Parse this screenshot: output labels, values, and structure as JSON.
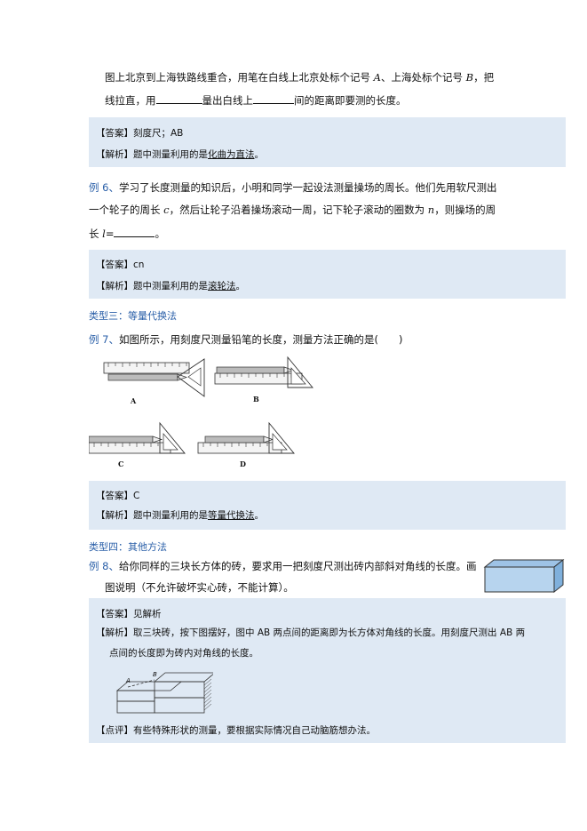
{
  "intro": {
    "l1_a": "图上北京到上海铁路线重合，用笔在白线上北京处标个记号 ",
    "l1_A": "A",
    "l1_b": "、上海处标个记号 ",
    "l1_B": "B",
    "l1_c": "，把",
    "l2_a": "线拉直，用",
    "l2_b": "量出白线上",
    "l2_c": "间的距离即要测的长度。"
  },
  "box1": {
    "answer_tag": "【答案】",
    "answer": "刻度尺；AB",
    "analysis_tag": "【解析】",
    "analysis_a": "题中测量利用的是",
    "analysis_u": "化曲为直法",
    "analysis_end": "。"
  },
  "ex6": {
    "label": "例 6、",
    "l1": "学习了长度测量的知识后，小明和同学一起设法测量操场的周长。他们先用软尺测出",
    "l2_a": "一个轮子的周长 ",
    "l2_c": "c",
    "l2_b": "，然后让轮子沿着操场滚动一周，记下轮子滚动的圈数为 ",
    "l2_n": "n",
    "l2_d": "，则操场的周",
    "l3_a": "长 ",
    "l3_l": "l",
    "l3_b": "=",
    "l3_c": "。"
  },
  "box2": {
    "answer_tag": "【答案】",
    "answer": "cn",
    "analysis_tag": "【解析】",
    "analysis_a": "题中测量利用的是",
    "analysis_u": "滚轮法",
    "analysis_end": "。"
  },
  "type3": "类型三：等量代换法",
  "ex7": {
    "label": "例 7、",
    "text": "如图所示，用刻度尺测量铅笔的长度，测量方法正确的是(　　)",
    "captions": [
      "A",
      "B",
      "C",
      "D"
    ]
  },
  "box3": {
    "answer_tag": "【答案】",
    "answer": "C",
    "analysis_tag": "【解析】",
    "analysis_a": "题中测量利用的是",
    "analysis_u": "等量代换法",
    "analysis_end": "。"
  },
  "type4": "类型四：其他方法",
  "ex8": {
    "label": "例 8、",
    "l1": "给你同样的三块长方体的砖，要求用一把刻度尺测出砖内部斜对角线的长度。画",
    "l2": "图说明（不允许破坏实心砖，不能计算）。"
  },
  "box4": {
    "answer_tag": "【答案】",
    "answer": "见解析",
    "analysis_tag": "【解析】",
    "analysis_l1": "取三块砖，按下图摆好，图中 AB 两点间的距离即为长方体对角线的长度。用刻度尺测出 AB 两",
    "analysis_l2": "点间的长度即为砖内对角线的长度。",
    "fig_A": "A",
    "fig_B": "B",
    "comment_tag": "【点评】",
    "comment": "有些特殊形状的测量，要根据实际情况自己动脑筋想办法。"
  }
}
